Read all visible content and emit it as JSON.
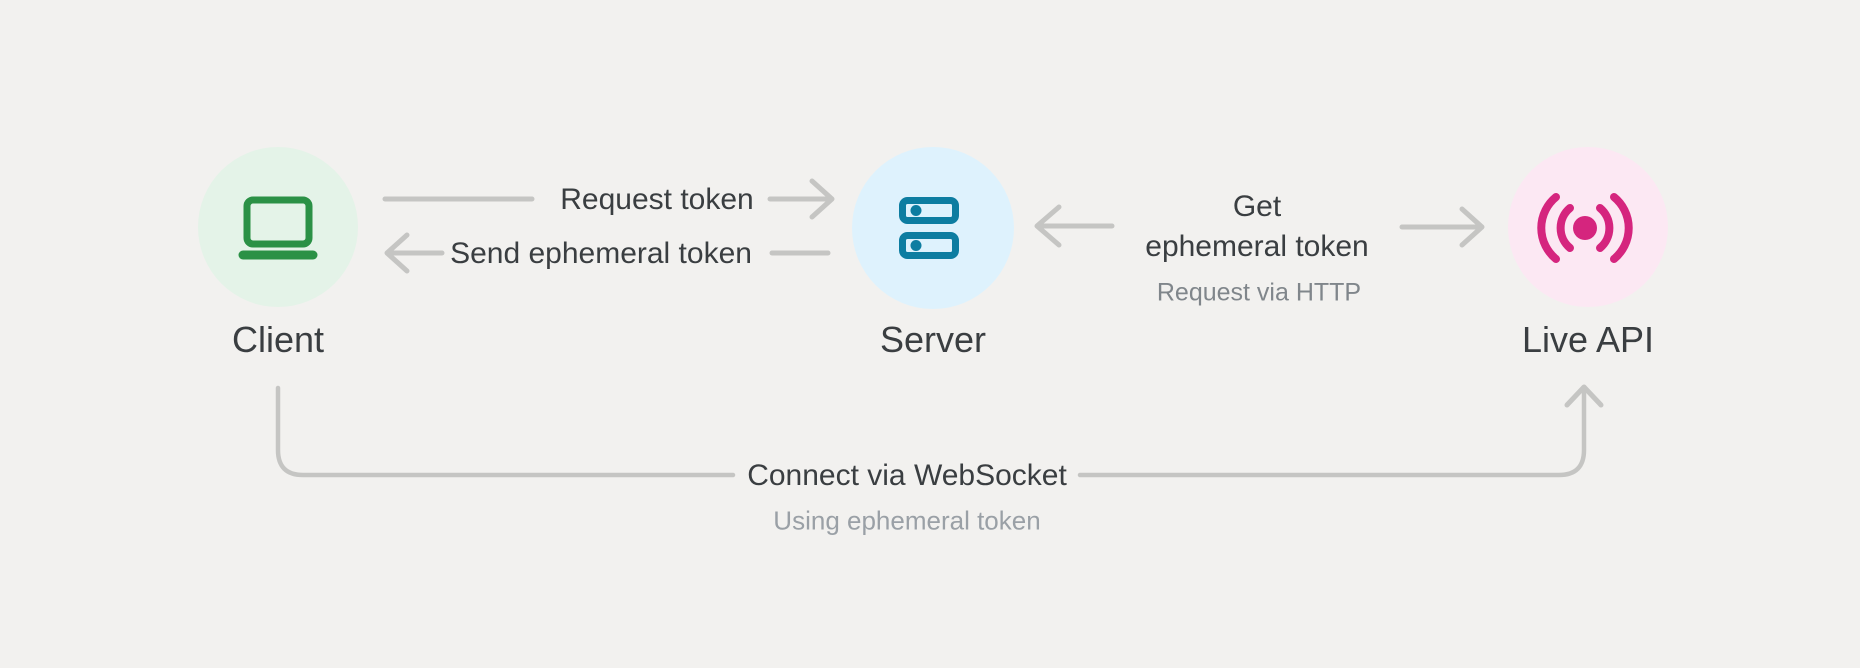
{
  "diagram_name": "ephemeral-token-flow",
  "nodes": [
    {
      "id": "client",
      "label": "Client",
      "icon": "laptop-icon",
      "circle_fill": "#e4f3e8",
      "accent": "#2b9146"
    },
    {
      "id": "server",
      "label": "Server",
      "icon": "server-rack-icon",
      "circle_fill": "#def2fd",
      "accent": "#0d7da1"
    },
    {
      "id": "live-api",
      "label": "Live API",
      "icon": "live-broadcast-icon",
      "circle_fill": "#fce8f3",
      "accent": "#d5257e"
    }
  ],
  "edges": {
    "request_token": {
      "from": "Client",
      "to": "Server",
      "label": "Request token"
    },
    "send_ephemeral_token": {
      "from": "Server",
      "to": "Client",
      "label": "Send ephemeral token"
    },
    "get_ephemeral_token": {
      "from": "Server",
      "to": "Live API",
      "label_line1": "Get",
      "label_line2": "ephemeral token",
      "sublabel": "Request via HTTP"
    },
    "connect_websocket": {
      "from": "Client",
      "to": "Live API",
      "label": "Connect via WebSocket",
      "sublabel": "Using ephemeral token"
    }
  },
  "colors": {
    "background": "#f2f1ef",
    "connector": "#c5c5c3",
    "text_primary": "#3a3e41",
    "text_secondary": "#80868b",
    "text_tertiary": "#9aa0a6"
  }
}
